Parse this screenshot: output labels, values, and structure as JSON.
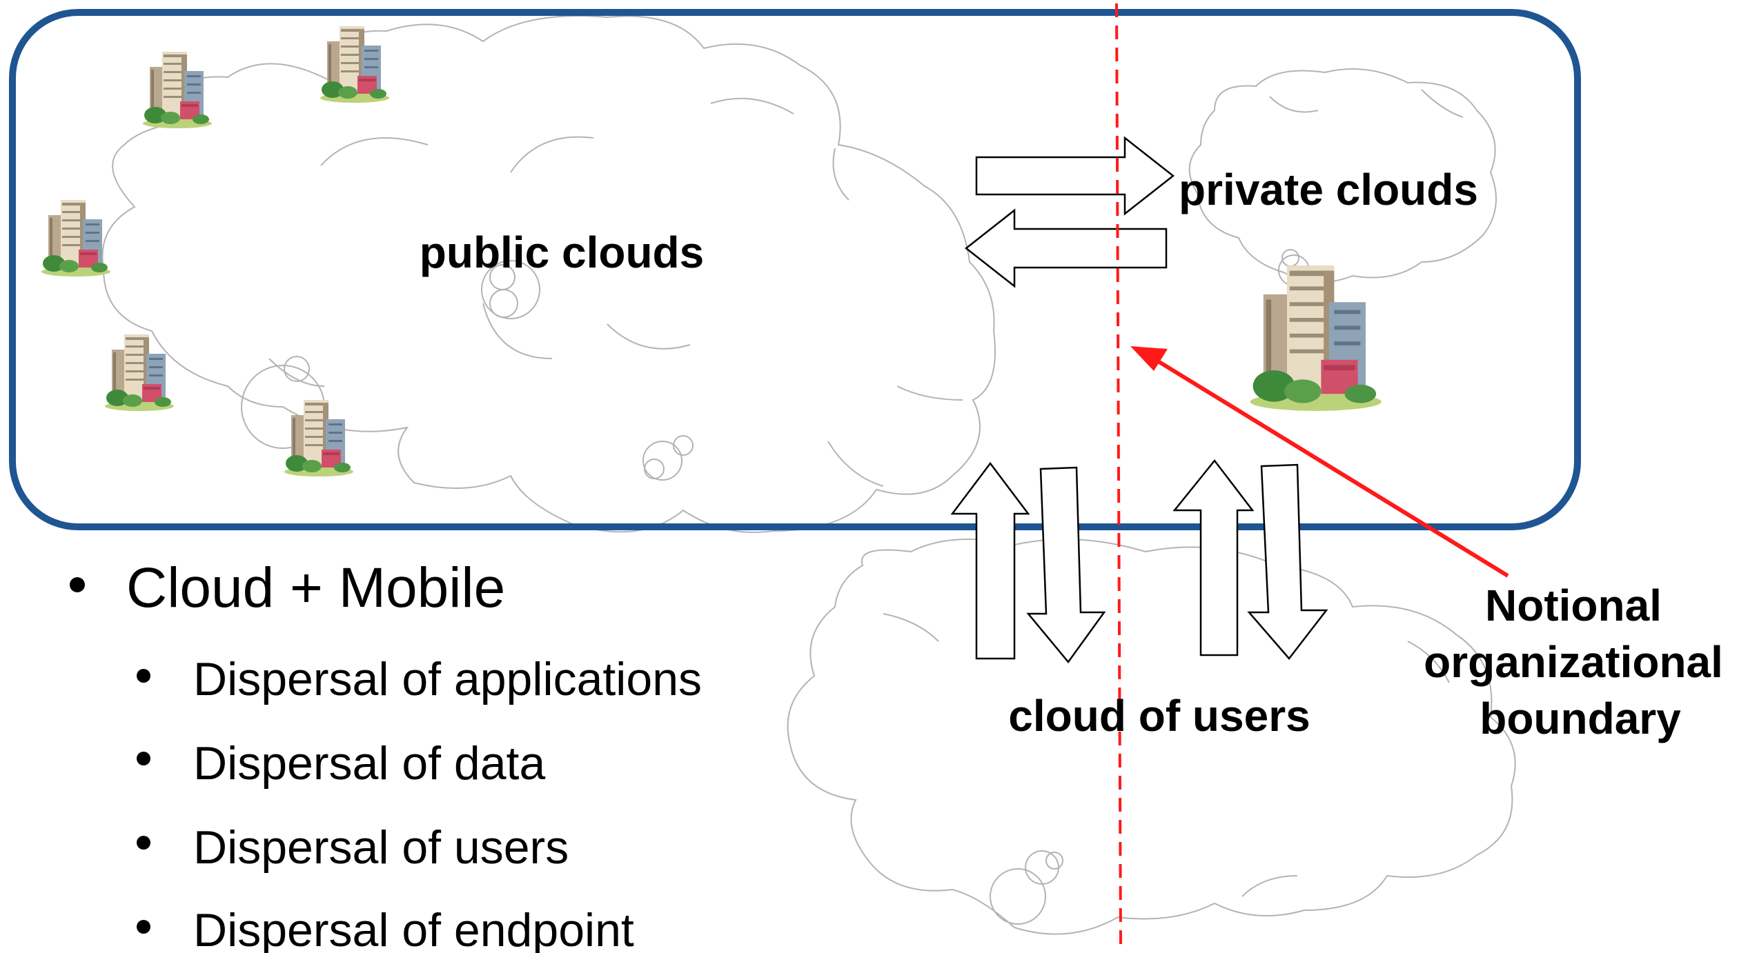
{
  "diagram": {
    "labels": {
      "public_clouds": "public clouds",
      "private_clouds": "private clouds",
      "cloud_of_users": "cloud of users",
      "boundary_line1": "Notional",
      "boundary_line2": "organizational",
      "boundary_line3": "boundary"
    },
    "colors": {
      "enterprise_frame": "#1f5592",
      "boundary": "#ff1a1a",
      "cloud_outline": "#b3b3b3"
    },
    "icons": {
      "building": "office-building-icon"
    }
  },
  "bullets": {
    "main": "Cloud + Mobile",
    "items": [
      "Dispersal of applications",
      "Dispersal of data",
      "Dispersal of users",
      "Dispersal of endpoint"
    ]
  }
}
